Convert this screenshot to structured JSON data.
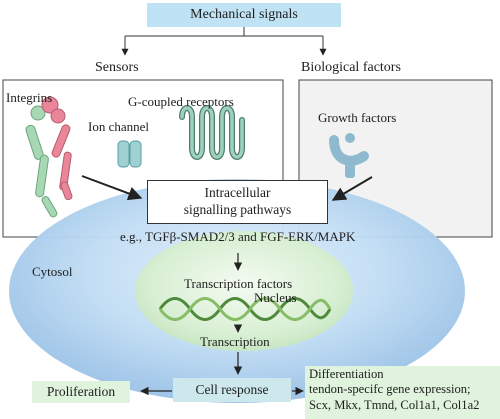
{
  "title": "Mechanical signals",
  "sensors": {
    "heading": "Sensors",
    "integrins": "Integrins",
    "ion_channel": "Ion channel",
    "gpcr": "G-coupled receptors"
  },
  "biological": {
    "heading": "Biological factors",
    "growth_factors": "Growth factors"
  },
  "intracellular": {
    "line1": "Intracellular",
    "line2": "signalling pathways"
  },
  "pathway_example": "e.g., TGFβ-SMAD2/3 and FGF-ERK/MAPK",
  "cytosol": "Cytosol",
  "nucleus": {
    "transcription_factors": "Transcription factors",
    "label": "Nucleus",
    "transcription": "Transcription"
  },
  "outputs": {
    "proliferation": "Proliferation",
    "cell_response": "Cell response",
    "differentiation": {
      "line1": "Differentiation",
      "line2": "tendon-specifc gene expression;",
      "line3": "Scx, Mkx, Tmnd, Col1a1, Col1a2"
    }
  },
  "colors": {
    "title_box": "#bfe3f4",
    "cell": "#a9cdee",
    "nucleus": "#d9f0d6",
    "output_boxes": "#dff3dd",
    "cell_response_box": "#cde8ec",
    "integrin_pink": "#e9869a",
    "integrin_green": "#a7d8b3",
    "growth_factor_blue": "#8fb9cf"
  }
}
